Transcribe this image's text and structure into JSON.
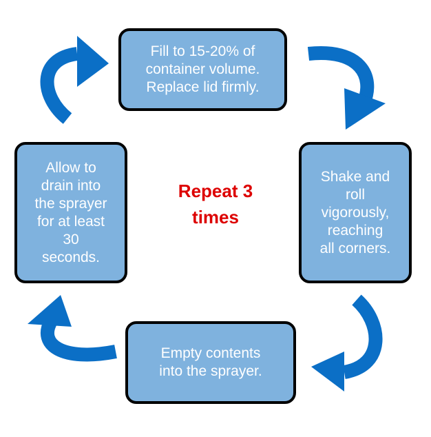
{
  "steps": [
    {
      "text": "Fill to 15-20% of\ncontainer volume.\nReplace lid firmly."
    },
    {
      "text": "Shake and\nroll\nvigorously,\nreaching\nall corners."
    },
    {
      "text": "Empty contents\ninto the sprayer."
    },
    {
      "text": "Allow to\ndrain into\nthe sprayer\nfor at least\n30\nseconds."
    }
  ],
  "center": {
    "text": "Repeat 3\ntimes"
  },
  "colors": {
    "box_fill": "#7fb2de",
    "box_border": "#000000",
    "box_text": "#ffffff",
    "center_text": "#dd0000",
    "arrow": "#0b6fc6",
    "arrow_shade": "#09549a"
  },
  "icons": [
    "curved-arrow-icon"
  ]
}
